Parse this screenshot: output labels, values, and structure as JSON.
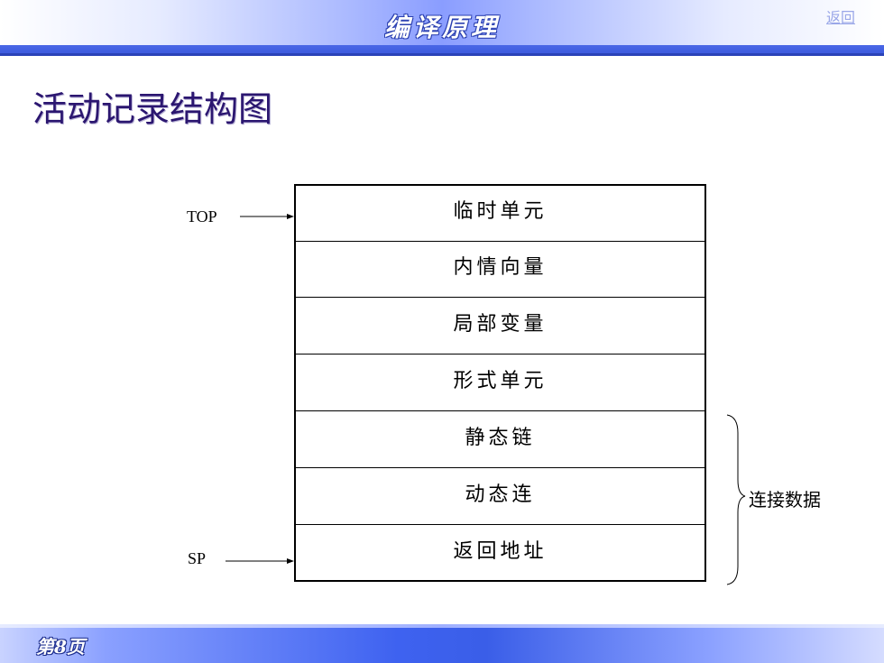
{
  "header": {
    "course_title": "编译原理",
    "back_link": "返回"
  },
  "slide": {
    "title": "活动记录结构图"
  },
  "diagram": {
    "cells": [
      "临时单元",
      "内情向量",
      "局部变量",
      "形式单元",
      "静态链",
      "动态连",
      "返回地址"
    ],
    "pointers": {
      "top": "TOP",
      "sp": "SP"
    },
    "brace_label": "连接数据"
  },
  "footer": {
    "page_label": "第8页"
  }
}
